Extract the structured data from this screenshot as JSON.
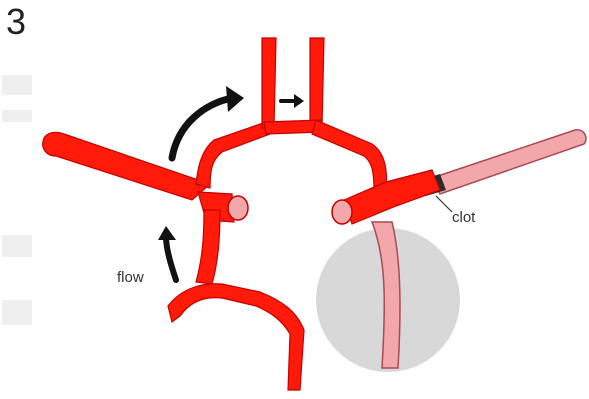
{
  "panel_number": "3",
  "labels": {
    "flow": "flow",
    "clot": "clot"
  },
  "colors": {
    "artery": "#ff1a0a",
    "artery_dark": "#c40000",
    "occluded_artery": "#f2a7ab",
    "occluded_outline": "#a84a54",
    "clot": "#2b2b2b",
    "ischemic_region": "#d8d8d8",
    "arrow": "#111111"
  }
}
